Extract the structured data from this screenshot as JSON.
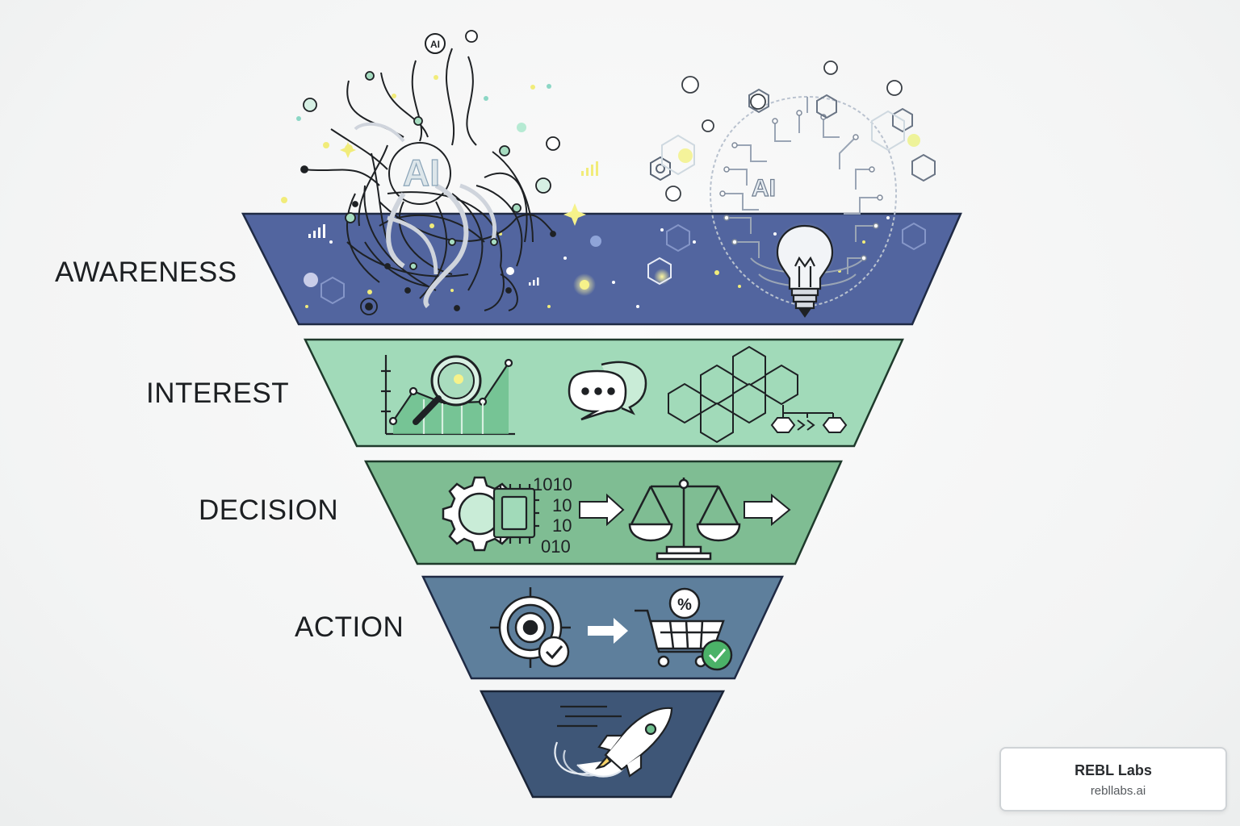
{
  "stages": [
    {
      "label": "AWARENESS",
      "color": "#52659f"
    },
    {
      "label": "INTEREST",
      "color": "#a1dab9"
    },
    {
      "label": "DECISION",
      "color": "#7fbd93"
    },
    {
      "label": "ACTION",
      "color": "#5e7f9c"
    },
    {
      "label": "",
      "color": "#3e5677"
    }
  ],
  "icons": {
    "awareness_left_badge": "AI",
    "awareness_right_badge": "AI",
    "awareness_small_badge": "AI",
    "decision_binary": [
      "1010",
      "10",
      "10",
      "010"
    ],
    "action_percent": "%"
  },
  "brand": {
    "name": "REBL Labs",
    "url": "rebllabs.ai"
  }
}
